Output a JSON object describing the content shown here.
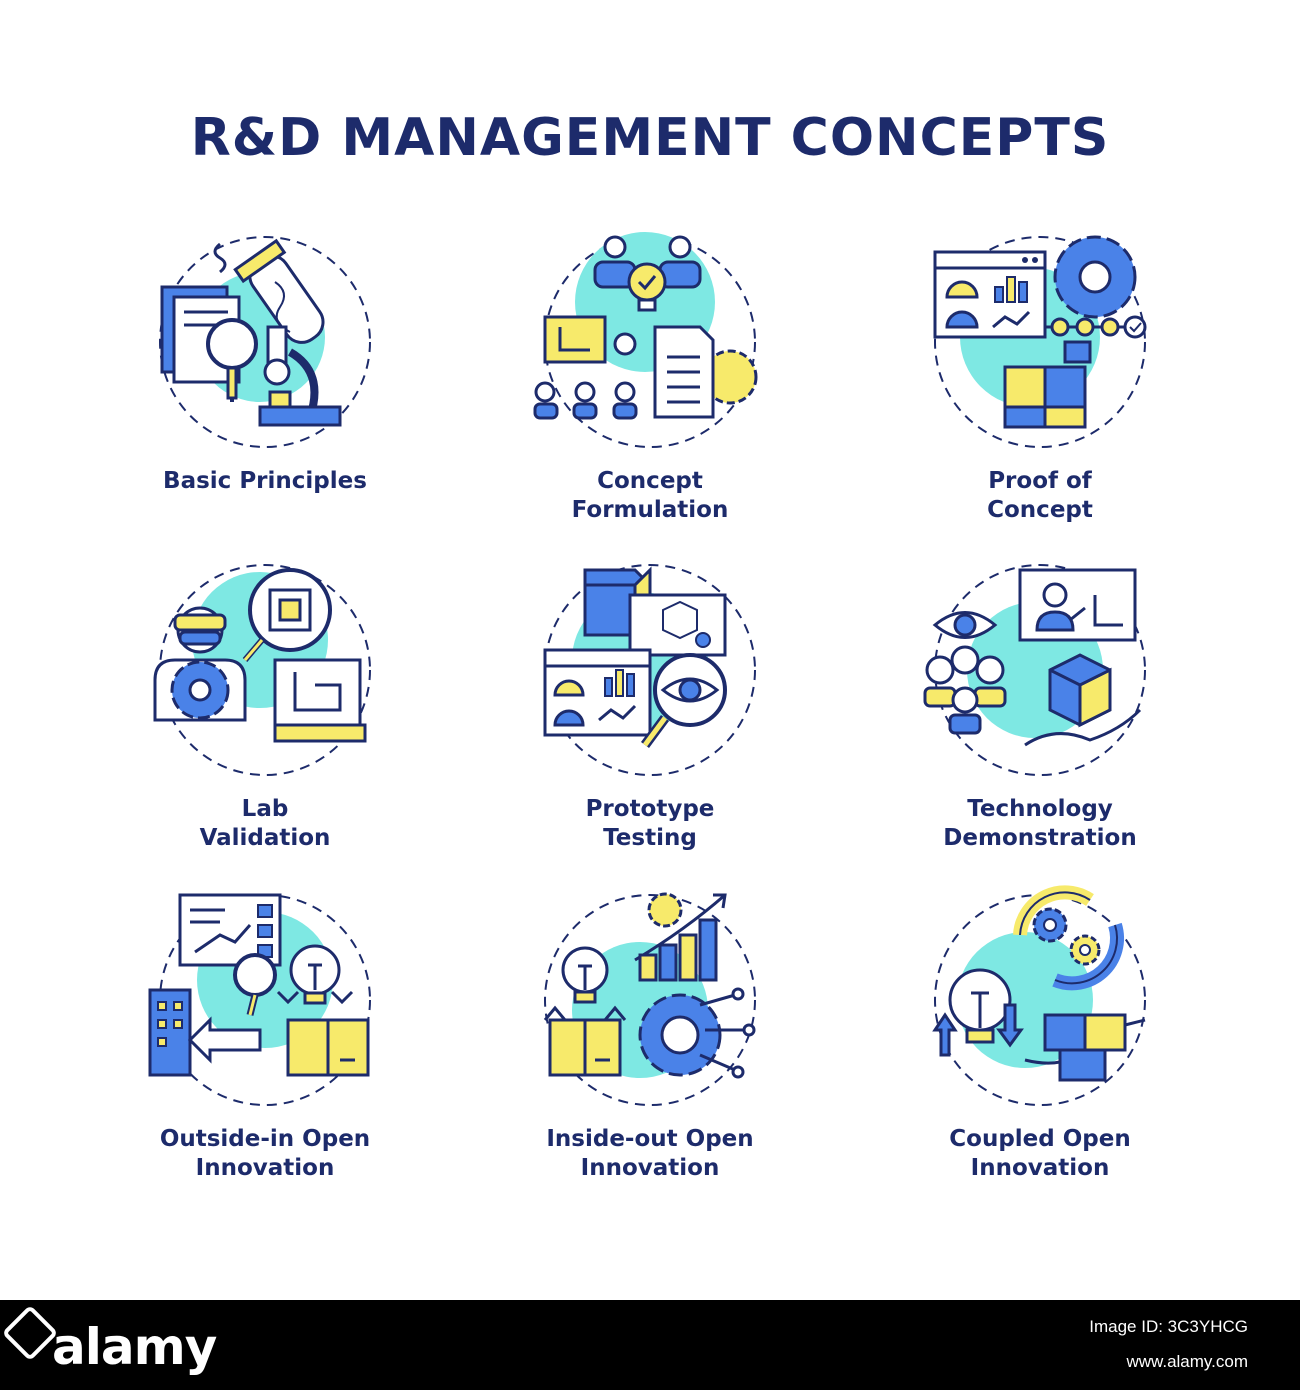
{
  "page": {
    "title": "R&D MANAGEMENT CONCEPTS"
  },
  "colors": {
    "navy": "#1d2b6b",
    "cyan": "#7ee8e3",
    "blue": "#4a82e8",
    "yellow": "#f7ea6b"
  },
  "concepts": [
    {
      "lines": [
        "Basic Principles"
      ],
      "icon": "lab-research-icon"
    },
    {
      "lines": [
        "Concept",
        "Formulation"
      ],
      "icon": "team-idea-icon"
    },
    {
      "lines": [
        "Proof of",
        "Concept"
      ],
      "icon": "puzzle-gear-icon"
    },
    {
      "lines": [
        "Lab",
        "Validation"
      ],
      "icon": "engineer-chip-icon"
    },
    {
      "lines": [
        "Prototype",
        "Testing"
      ],
      "icon": "cube-eye-icon"
    },
    {
      "lines": [
        "Technology",
        "Demonstration"
      ],
      "icon": "presentation-hand-icon"
    },
    {
      "lines": [
        "Outside-in Open",
        "Innovation"
      ],
      "icon": "building-bulb-icon"
    },
    {
      "lines": [
        "Inside-out Open",
        "Innovation"
      ],
      "icon": "bulb-growth-icon"
    },
    {
      "lines": [
        "Coupled Open",
        "Innovation"
      ],
      "icon": "cycle-gears-icon"
    }
  ],
  "footer": {
    "brand": "alamy",
    "image_id": "Image ID: 3C3YHCG",
    "site": "www.alamy.com"
  }
}
